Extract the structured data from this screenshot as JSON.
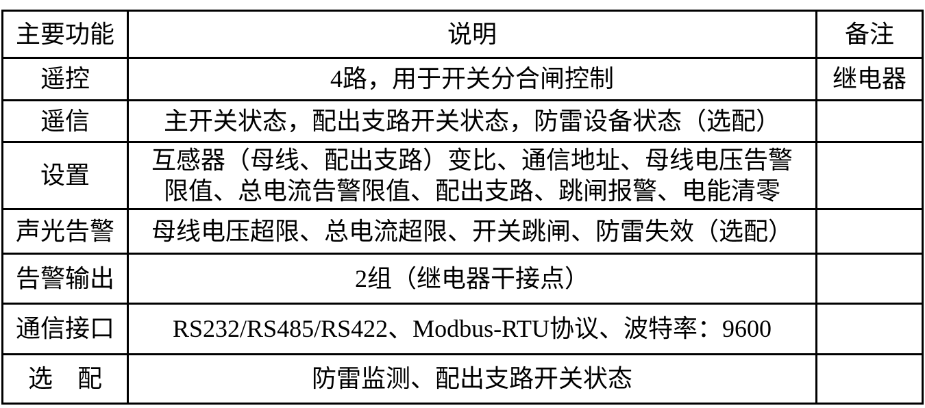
{
  "table": {
    "header": {
      "col1": "主要功能",
      "col2": "说明",
      "col3": "备注"
    },
    "rows": [
      {
        "feature": "遥控",
        "description": "4路，用于开关分合闸控制",
        "remark": "继电器"
      },
      {
        "feature": "遥信",
        "description": "主开关状态，配出支路开关状态，防雷设备状态（选配）",
        "remark": ""
      },
      {
        "feature": "设置",
        "description": [
          "互感器（母线、配出支路）变比、通信地址、母线电压告警",
          "限值、总电流告警限值、配出支路、跳闸报警、电能清零"
        ],
        "remark": ""
      },
      {
        "feature": "声光告警",
        "description": "母线电压超限、总电流超限、开关跳闸、防雷失效（选配）",
        "remark": ""
      },
      {
        "feature": "告警输出",
        "description": "2组（继电器干接点）",
        "remark": ""
      },
      {
        "feature": "通信接口",
        "description": "RS232/RS485/RS422、Modbus-RTU协议、波特率：9600",
        "remark": ""
      },
      {
        "feature": "选　配",
        "description": "防雷监测、配出支路开关状态",
        "remark": ""
      }
    ]
  }
}
